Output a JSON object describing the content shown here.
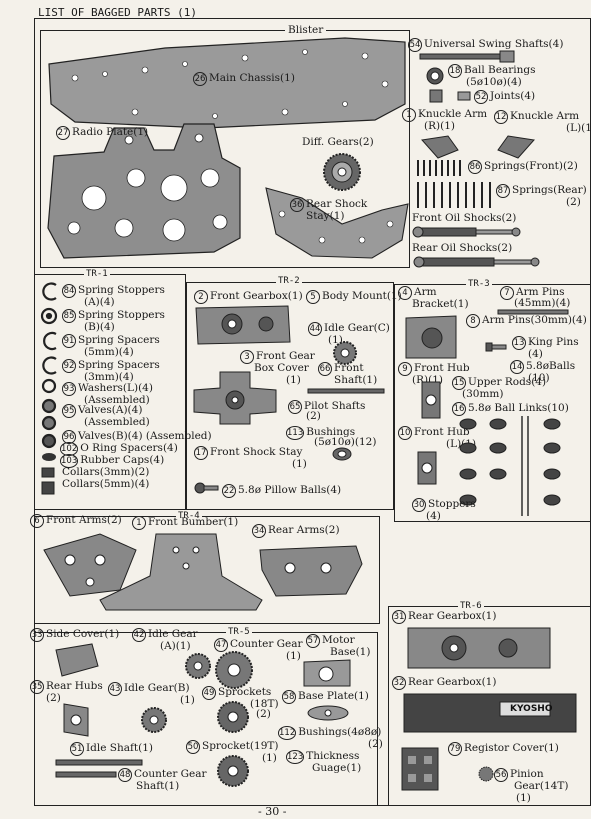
{
  "header": {
    "title": "LIST OF BAGGED PARTS (1)"
  },
  "page_number": "- 30 -",
  "groups": {
    "tr1": "TR-1",
    "tr2": "TR-2",
    "tr3": "TR-3",
    "tr4": "TR-4",
    "tr5": "TR-5",
    "tr6": "TR-6"
  },
  "top": {
    "blister": "Blister",
    "p26": "Main Chassis(1)",
    "p27": "Radio Plate(1)",
    "diff": "Diff. Gears(2)",
    "p36a": "Rear Shock",
    "p36b": "Stay(1)",
    "p54": "Universal Swing Shafts(4)",
    "p18a": "Ball Bearings",
    "p18b": "(5ø10ø)(4)",
    "p52": "Joints(4)",
    "p1a": "Knuckle Arm",
    "p1b": "(R)(1)",
    "p12a": "Knuckle Arm",
    "p12b": "(L)(1)",
    "p86": "Springs(Front)(2)",
    "p87a": "Springs(Rear)",
    "p87b": "(2)",
    "frontoil": "Front Oil Shocks(2)",
    "rearoil": "Rear Oil Shocks(2)"
  },
  "tr1": {
    "p84a": "Spring Stoppers",
    "p84b": "(A)(4)",
    "p85a": "Spring Stoppers",
    "p85b": "(B)(4)",
    "p91a": "Spring Spacers",
    "p91b": "(5mm)(4)",
    "p92a": "Spring Spacers",
    "p92b": "(3mm)(4)",
    "p93a": "Washers(L)(4)",
    "p93b": "(Assembled)",
    "p95a": "Valves(A)(4)",
    "p95b": "(Assembled)",
    "p96": "Valves(B)(4) (Assembled)",
    "p102": "O Ring Spacers(4)",
    "p103": "Rubber Caps(4)",
    "c3": "Collars(3mm)(2)",
    "c5": "Collars(5mm)(4)"
  },
  "tr2": {
    "p2": "Front Gearbox(1)",
    "p5": "Body Mount(1)",
    "p44a": "Idle Gear(C)",
    "p44b": "(1)",
    "p3a": "Front Gear",
    "p3b": "Box Cover",
    "p3c": "(1)",
    "p66a": "Front",
    "p66b": "Shaft(1)",
    "p65a": "Pilot Shafts",
    "p65b": "(2)",
    "p113a": "Bushings",
    "p113b": "(5ø10ø)(12)",
    "p17a": "Front Shock Stay",
    "p17b": "(1)",
    "p22": "5.8ø Pillow Balls(4)"
  },
  "tr3": {
    "p4a": "Arm",
    "p4b": "Bracket(1)",
    "p7a": "Arm Pins",
    "p7b": "(45mm)(4)",
    "p8": "Arm Pins(30mm)(4)",
    "p13a": "King Pins",
    "p13b": "(4)",
    "p14a": "5.8øBalls",
    "p14b": "(10)",
    "p9a": "Front Hub",
    "p9b": "(R)(1)",
    "p15a": "Upper Rods(4)",
    "p15b": "(30mm)",
    "p16": "5.8ø Ball Links(10)",
    "p10a": "Front Hub",
    "p10b": "(L)(1)",
    "p30a": "Stoppers",
    "p30b": "(4)"
  },
  "tr4": {
    "p6": "Front Arms(2)",
    "p1": "Front Bumber(1)",
    "p34": "Rear Arms(2)"
  },
  "tr5": {
    "p33": "Side Cover(1)",
    "p42a": "Idle Gear",
    "p42b": "(A)(1)",
    "p47a": "Counter Gear",
    "p47b": "(1)",
    "p57a": "Motor",
    "p57b": "Base(1)",
    "p35a": "Rear Hubs",
    "p35b": "(2)",
    "p43a": "Idle Gear(B)",
    "p43b": "(1)",
    "p49a": "Sprockets",
    "p49b": "(18T)",
    "p49c": "(2)",
    "p58": "Base Plate(1)",
    "p112a": "Bushings(4ø8ø)",
    "p112b": "(2)",
    "p51": "Idle Shaft(1)",
    "p50a": "Sprocket(19T)",
    "p50b": "(1)",
    "p123a": "Thickness",
    "p123b": "Guage(1)",
    "p48a": "Counter Gear",
    "p48b": "Shaft(1)"
  },
  "tr6": {
    "p31": "Rear Gearbox(1)",
    "p32": "Rear Gearbox(1)",
    "p79": "Registor Cover(1)",
    "p56a": "Pinion",
    "p56b": "Gear(14T)",
    "p56c": "(1)",
    "brand": "KYOSHO"
  }
}
